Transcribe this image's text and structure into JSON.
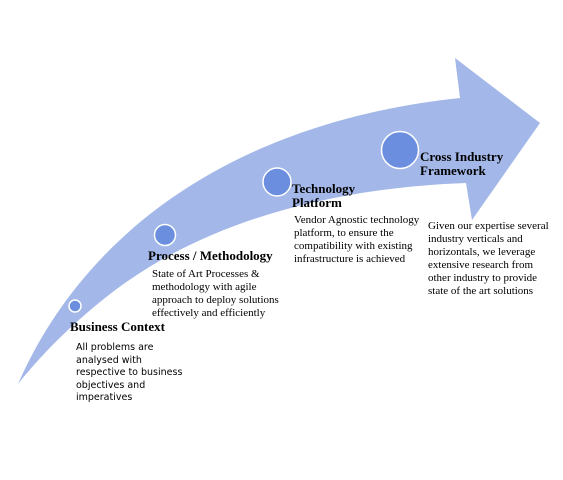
{
  "colors": {
    "arrow_fill": "#a3b8e8",
    "circle_fill": "#6b8fde",
    "circle_stroke": "#ffffff"
  },
  "stages": [
    {
      "title": "Business Context",
      "description": "All problems are analysed with respective to business objectives and imperatives"
    },
    {
      "title": "Process / Methodology",
      "description": "State of Art Processes & methodology with agile approach to deploy solutions effectively and efficiently"
    },
    {
      "title_line1": "Technology",
      "title_line2": "Platform",
      "description": "Vendor Agnostic technology platform, to ensure the compatibility with existing infrastructure is achieved"
    },
    {
      "title_line1": "Cross Industry",
      "title_line2": "Framework",
      "description": "Given our expertise several industry verticals and horizontals, we leverage extensive research from other industry to provide state of the art solutions"
    }
  ]
}
